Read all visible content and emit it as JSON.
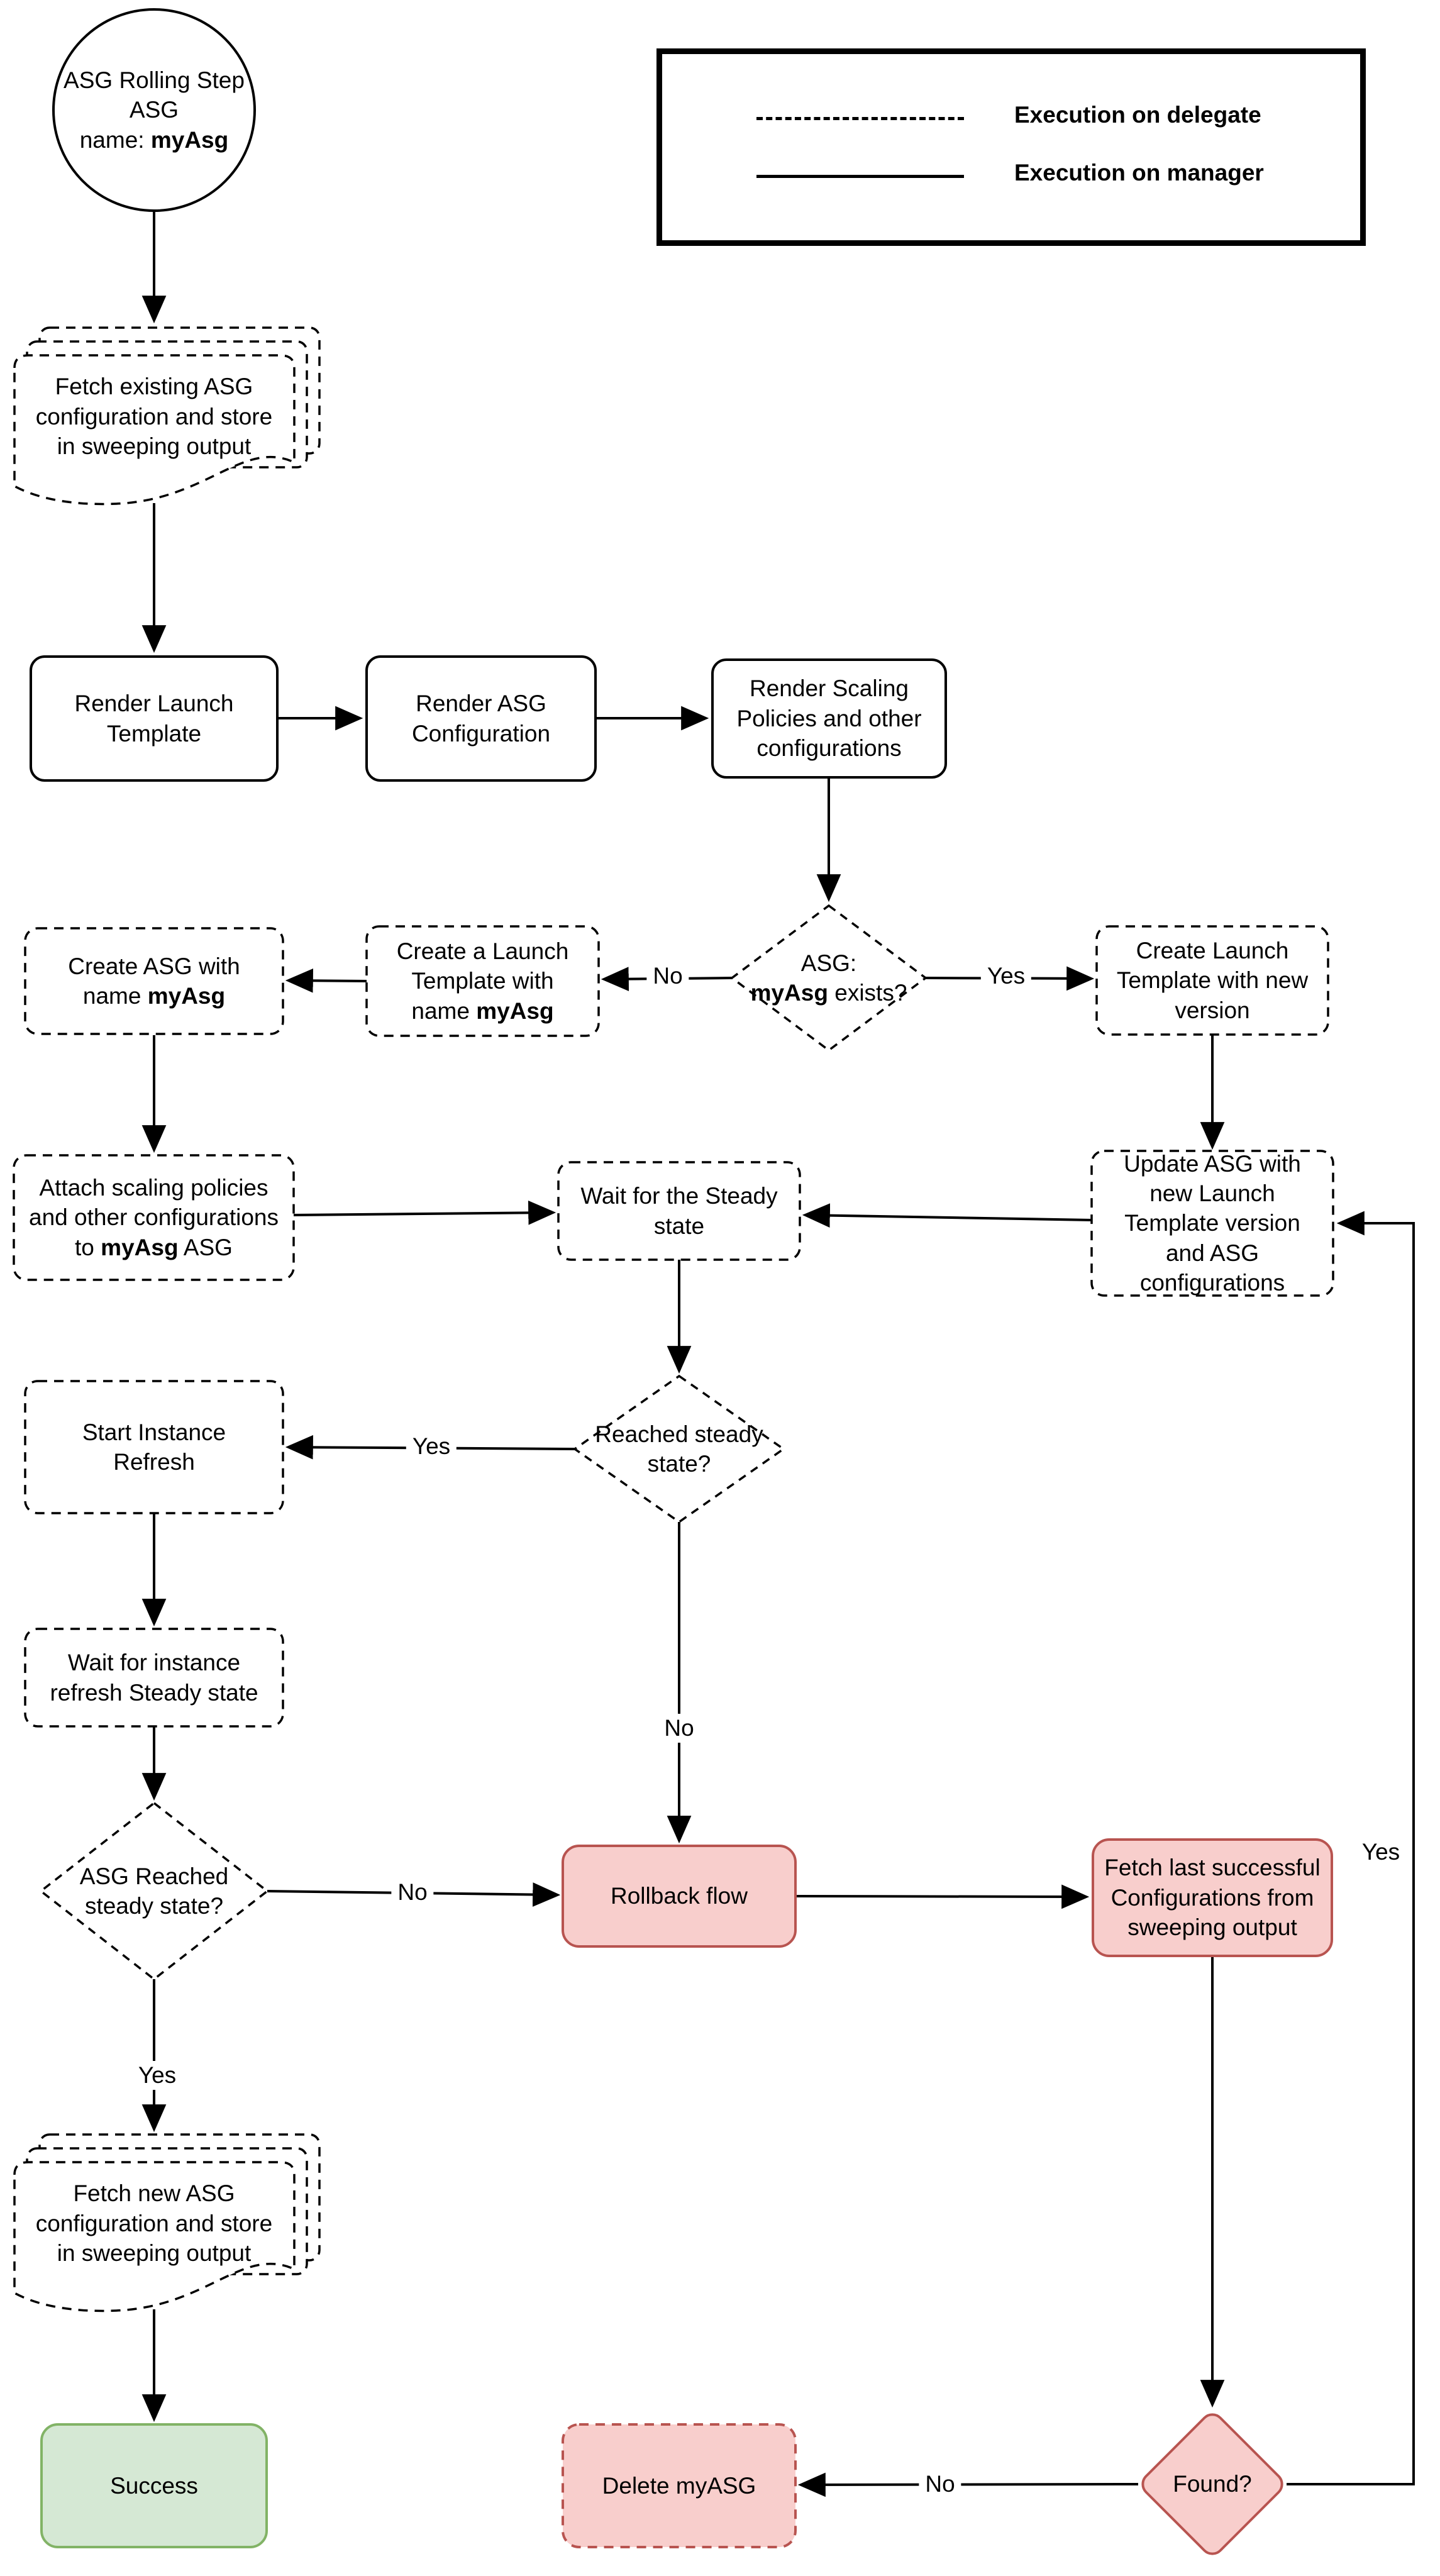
{
  "legend": {
    "delegate_label": "Execution on delegate",
    "manager_label": "Execution on manager"
  },
  "nodes": {
    "start": {
      "line1": "ASG Rolling Step",
      "line2": "ASG",
      "name_label": "name: ",
      "name_value": "myAsg"
    },
    "fetch_existing": {
      "text": "Fetch existing ASG configuration and store in sweeping output"
    },
    "render_launch_template": {
      "text": "Render Launch Template"
    },
    "render_asg_configuration": {
      "text": "Render ASG Configuration"
    },
    "render_scaling_policies": {
      "text": "Render Scaling Policies and other configurations"
    },
    "asg_exists": {
      "prefix": "ASG:",
      "bold": "myAsg",
      "suffix": " exists?"
    },
    "create_launch_template_named": {
      "prefix": "Create a Launch Template with name ",
      "bold": "myAsg"
    },
    "create_asg": {
      "prefix": "Create ASG with name ",
      "bold": "myAsg"
    },
    "create_launch_template_new": {
      "text": "Create Launch Template with new version"
    },
    "attach_scaling": {
      "prefix": "Attach scaling policies and other configurations to ",
      "bold": "myAsg",
      "suffix": " ASG"
    },
    "wait_steady": {
      "text": "Wait for the Steady state"
    },
    "update_asg": {
      "text": "Update ASG with new Launch Template version and ASG configurations"
    },
    "reached_steady": {
      "text": "Reached steady state?"
    },
    "start_instance_refresh": {
      "text": "Start Instance Refresh"
    },
    "wait_instance_refresh": {
      "text": "Wait for instance refresh Steady state"
    },
    "asg_reached_steady": {
      "text": "ASG Reached steady state?"
    },
    "rollback_flow": {
      "text": "Rollback flow"
    },
    "fetch_last_successful": {
      "text": "Fetch last successful Configurations from sweeping output"
    },
    "fetch_new": {
      "text": "Fetch new ASG configuration and store in sweeping output"
    },
    "success": {
      "text": "Success"
    },
    "delete_myasg": {
      "text": "Delete myASG"
    },
    "found": {
      "text": "Found?"
    }
  },
  "edge_labels": {
    "asg_exists_no": "No",
    "asg_exists_yes": "Yes",
    "reached_steady_yes": "Yes",
    "reached_steady_no": "No",
    "asg_reached_no": "No",
    "asg_reached_yes": "Yes",
    "found_no": "No",
    "found_yes": "Yes"
  },
  "colors": {
    "line": "#000000",
    "danger_fill": "#f8cecc",
    "danger_border": "#b85450",
    "success_fill": "#d5e8d4",
    "success_border": "#82b366"
  }
}
